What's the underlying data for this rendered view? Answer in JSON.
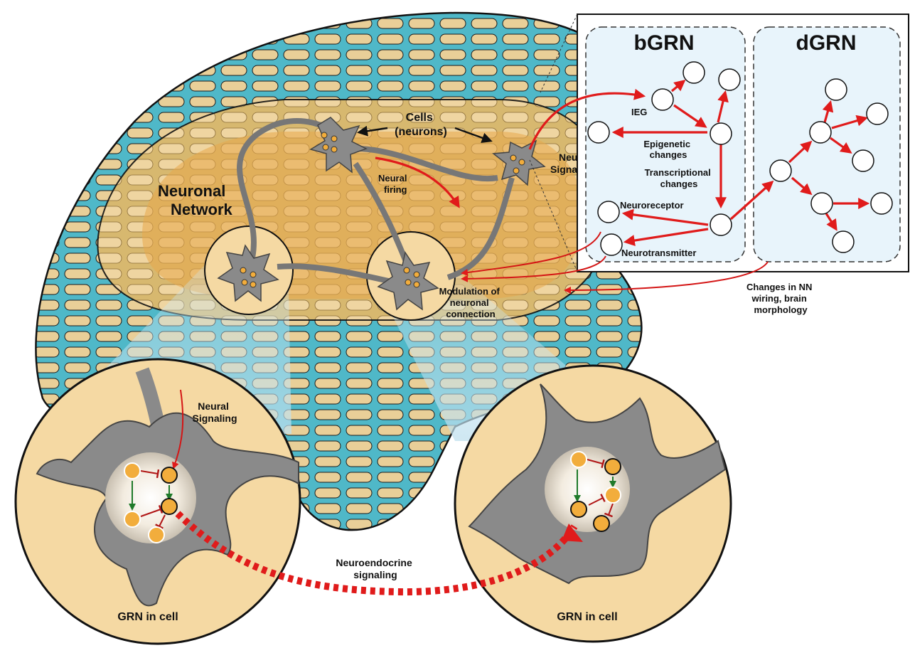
{
  "labels": {
    "neuronal_network": [
      "Neuronal",
      "Network"
    ],
    "cells": [
      "Cells",
      "(neurons)"
    ],
    "neural_firing": [
      "Neural",
      "firing"
    ],
    "neural_signaling_top": [
      "Neural",
      "Signaling"
    ],
    "modulation": [
      "Modulation of",
      "neuronal",
      "connection"
    ],
    "changes_nn": [
      "Changes in NN",
      "wiring, brain",
      "morphology"
    ],
    "neural_signaling_bottom": [
      "Neural",
      "Signaling"
    ],
    "neuroendocrine": [
      "Neuroendocrine",
      "signaling"
    ],
    "grn_left": "GRN in cell",
    "grn_right": "GRN in cell"
  },
  "panel": {
    "bgrn": {
      "title": "bGRN",
      "ieg": "IEG",
      "epigenetic": [
        "Epigenetic",
        "changes"
      ],
      "transcriptional": [
        "Transcriptional",
        "changes"
      ],
      "neuroreceptor": "Neuroreceptor",
      "neurotransmitter": "Neurotransmitter"
    },
    "dgrn": {
      "title": "dGRN"
    }
  },
  "colors": {
    "brain_teal": "#5fc4d2",
    "brain_tan": "#e8c88c",
    "network_orange": "#e8a84a",
    "zoom_circle": "#f5d9a3",
    "neuron_gray": "#8a8a8a",
    "arrow_red": "#e01b1b",
    "gene_orange": "#f2ad3c",
    "panel_bg": "#e8f4fb"
  }
}
